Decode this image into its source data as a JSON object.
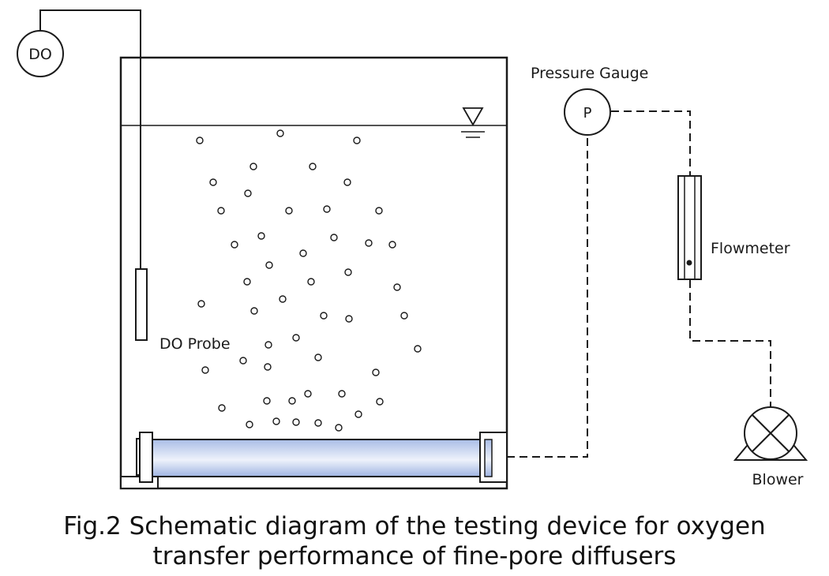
{
  "labels": {
    "do_meter": "DO",
    "pressure_gauge": "Pressure Gauge",
    "pressure_symbol": "P",
    "flowmeter": "Flowmeter",
    "do_probe": "DO Probe",
    "blower": "Blower"
  },
  "caption": {
    "line1": "Fig.2 Schematic diagram of the testing device for oxygen",
    "line2": "transfer performance of fine-pore diffusers"
  },
  "colors": {
    "line": "#1a1a1a",
    "diffuser_dark": "#9fb4e2",
    "diffuser_light": "#eef2fb"
  }
}
